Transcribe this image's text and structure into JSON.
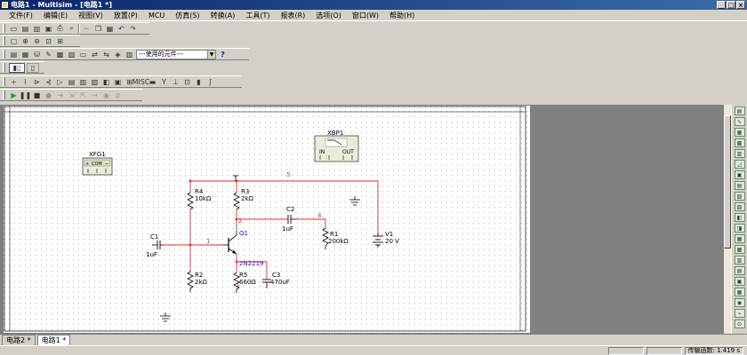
{
  "window": {
    "title": "电路1 - Multisim - [电路1 *]"
  },
  "menu": [
    "文件(F)",
    "编辑(E)",
    "视图(V)",
    "放置(P)",
    "MCU",
    "仿真(S)",
    "转换(A)",
    "工具(T)",
    "报表(R)",
    "选项(O)",
    "窗口(W)",
    "帮助(H)"
  ],
  "toolbar": {
    "component_combo": "---使用的元件---",
    "help_glyph": "?"
  },
  "instruments": {
    "xfg": {
      "name": "XFG1",
      "pins": [
        "+",
        "COM",
        "−"
      ]
    },
    "xbp": {
      "name": "XBP1",
      "in": "IN",
      "out": "OUT"
    }
  },
  "components": {
    "r4": {
      "ref": "R4",
      "value": "10kΩ"
    },
    "r3": {
      "ref": "R3",
      "value": "2kΩ"
    },
    "r1": {
      "ref": "R1",
      "value": "200kΩ"
    },
    "r2": {
      "ref": "R2",
      "value": "2kΩ"
    },
    "r5": {
      "ref": "R5",
      "value": "660Ω"
    },
    "c1": {
      "ref": "C1",
      "value": "1uF"
    },
    "c2": {
      "ref": "C2",
      "value": "1uF"
    },
    "c3": {
      "ref": "C3",
      "value": "470uF"
    },
    "q1": {
      "ref": "Q1",
      "value": "2N2219"
    },
    "v1": {
      "ref": "V1",
      "value": "20 V"
    }
  },
  "nets": [
    "1",
    "2",
    "3",
    "4",
    "5"
  ],
  "tabs": [
    {
      "label": "电路2 *",
      "active": false
    },
    {
      "label": "电路1 *",
      "active": true
    }
  ],
  "status": {
    "sim": "传输函数: 1.419 s"
  },
  "colors": {
    "wire": "#e03030",
    "component": "#000000",
    "transistor_label": "#1a1acc",
    "title_bar": "#0a246a"
  }
}
